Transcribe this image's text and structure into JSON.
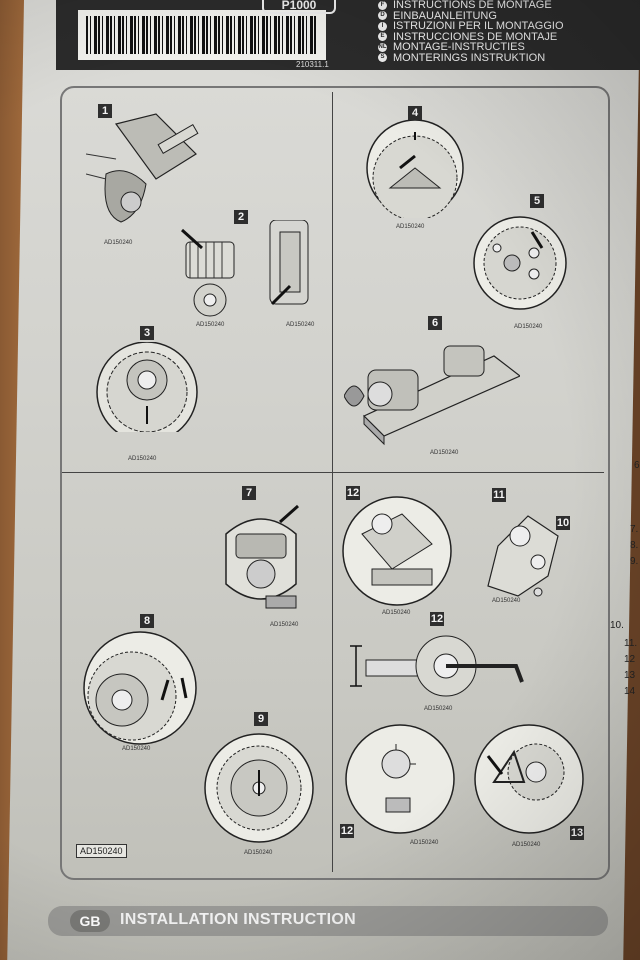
{
  "header": {
    "part_number": "P1000",
    "code": "210311.1",
    "languages": [
      {
        "code": "F",
        "label": "INSTRUCTIONS DE MONTAGE"
      },
      {
        "code": "D",
        "label": "EINBAUANLEITUNG"
      },
      {
        "code": "I",
        "label": "ISTRUZIONI PER IL MONTAGGIO"
      },
      {
        "code": "E",
        "label": "INSTRUCCIONES DE MONTAJE"
      },
      {
        "code": "NL",
        "label": "MONTAGE-INSTRUCTIES"
      },
      {
        "code": "S",
        "label": "MONTERINGS INSTRUKTION"
      }
    ]
  },
  "figures": {
    "ad_code": "AD150240",
    "steps": [
      "1",
      "2",
      "3",
      "4",
      "5",
      "6",
      "7",
      "8",
      "9",
      "10",
      "11",
      "12",
      "12",
      "12",
      "13"
    ]
  },
  "footer_box": "AD150240",
  "banner": {
    "country": "GB",
    "title": "INSTALLATION INSTRUCTION"
  },
  "right_edge": [
    "6",
    "7.",
    "8.",
    "9.",
    "10.",
    "11.",
    "12",
    "13",
    "14"
  ]
}
